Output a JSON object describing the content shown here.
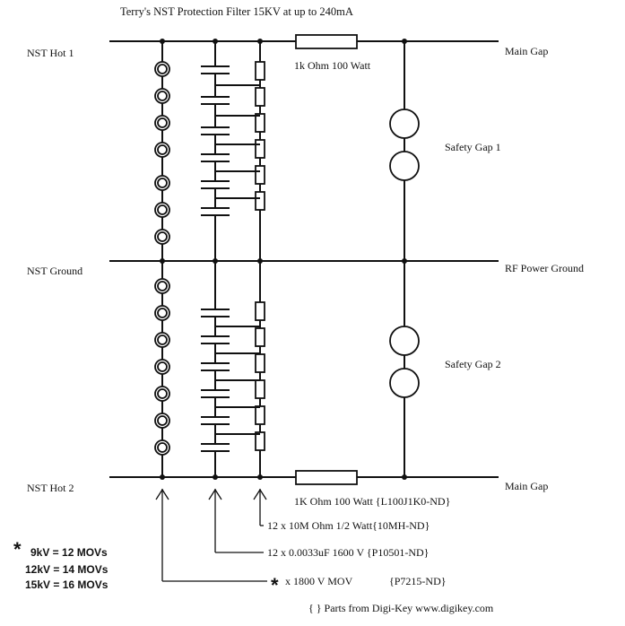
{
  "title": "Terry's NST Protection Filter  15KV  at up to 240mA",
  "labels": {
    "nst_hot_1": "NST Hot 1",
    "nst_ground": "NST Ground",
    "nst_hot_2": "NST Hot 2",
    "main_gap_top": "Main Gap",
    "main_gap_bottom": "Main Gap",
    "rf_power_ground": "RF Power Ground",
    "safety_gap_1": "Safety Gap 1",
    "safety_gap_2": "Safety Gap 2",
    "resistor_top": "1k Ohm  100 Watt",
    "resistor_bottom": "1K Ohm  100 Watt {L100J1K0-ND}"
  },
  "parts": {
    "resistors": "12 x  10M Ohm 1/2 Watt{10MH-ND}",
    "capacitors": "12 x  0.0033uF  1600 V   {P10501-ND}",
    "movs_prefix": "x  1800 V  MOV",
    "movs_part": "{P7215-ND}",
    "star": "*"
  },
  "mov_table": {
    "star": "*",
    "rows": [
      "9kV = 12 MOVs",
      "12kV = 14 MOVs",
      "15kV = 16 MOVs"
    ]
  },
  "footer": "{ }  Parts from Digi-Key  www.digikey.com"
}
